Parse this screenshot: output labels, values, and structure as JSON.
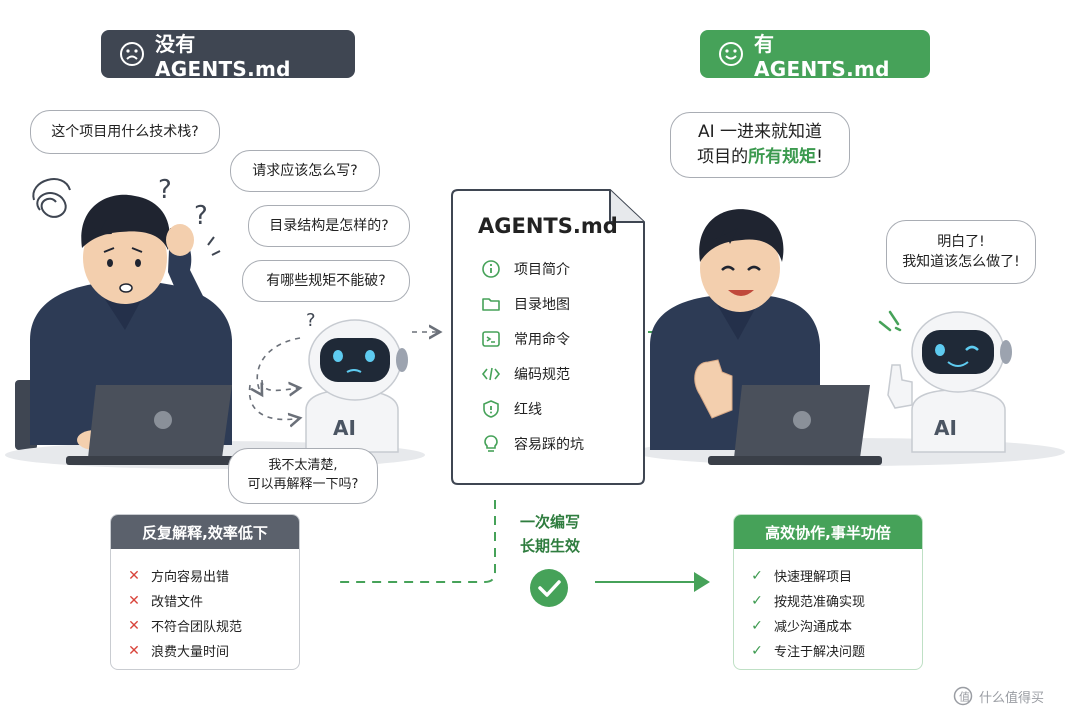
{
  "header": {
    "left_tag": "没有 AGENTS.md",
    "right_tag": "有 AGENTS.md"
  },
  "left_scene": {
    "bubbles": [
      "这个项目用什么技术栈?",
      "请求应该怎么写?",
      "目录结构是怎样的?",
      "有哪些规矩不能破?"
    ],
    "robot_bubble_line1": "我不太清楚,",
    "robot_bubble_line2": "可以再解释一下吗?",
    "robot_label": "AI"
  },
  "document": {
    "title": "AGENTS.md",
    "items": [
      {
        "label": "项目简介",
        "icon": "info-icon"
      },
      {
        "label": "目录地图",
        "icon": "folder-icon"
      },
      {
        "label": "常用命令",
        "icon": "terminal-icon"
      },
      {
        "label": "编码规范",
        "icon": "code-icon"
      },
      {
        "label": "红线",
        "icon": "shield-icon"
      },
      {
        "label": "容易踩的坑",
        "icon": "lightbulb-icon"
      }
    ]
  },
  "right_scene": {
    "human_bubble_prefix": "AI 一进来就知道",
    "human_bubble_line2_prefix": "项目的",
    "human_bubble_highlight": "所有规矩",
    "human_bubble_suffix": "!",
    "robot_bubble_line1": "明白了!",
    "robot_bubble_line2": "我知道该怎么做了!",
    "robot_label": "AI"
  },
  "center": {
    "line1": "一次编写",
    "line2": "长期生效"
  },
  "left_card": {
    "title": "反复解释,效率低下",
    "items": [
      "方向容易出错",
      "改错文件",
      "不符合团队规范",
      "浪费大量时间"
    ]
  },
  "right_card": {
    "title": "高效协作,事半功倍",
    "items": [
      "快速理解项目",
      "按规范准确实现",
      "减少沟通成本",
      "专注于解决问题"
    ]
  },
  "watermark": "什么值得买",
  "colors": {
    "green": "#46a259",
    "dark": "#3f4652",
    "red": "#d9443b",
    "hoodie": "#2d3b55"
  }
}
